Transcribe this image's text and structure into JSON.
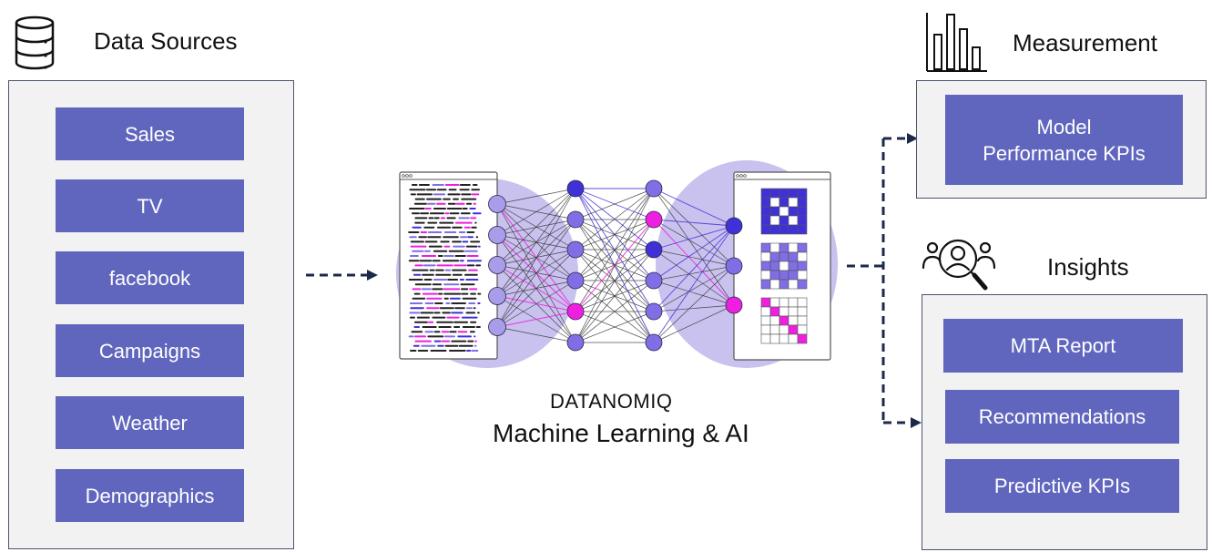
{
  "data_sources": {
    "title": "Data Sources",
    "icon": "database-icon",
    "items": [
      "Sales",
      "TV",
      "facebook",
      "Campaigns",
      "Weather",
      "Demographics"
    ]
  },
  "ml": {
    "brand": "DATANOMIQ",
    "subtitle": "Machine Learning & AI",
    "icon": "neural-network-icon"
  },
  "measurement": {
    "title": "Measurement",
    "icon": "bar-chart-icon",
    "items": [
      "Model\nPerformance KPIs"
    ]
  },
  "insights": {
    "title": "Insights",
    "icon": "people-search-icon",
    "items": [
      "MTA Report",
      "Recommendations",
      "Predictive KPIs"
    ]
  },
  "colors": {
    "box": "#6066bd",
    "panel_border": "#4b5470",
    "panel_bg": "#f2f2f2",
    "arrow": "#1c2a4a",
    "blob": "#c9c1ee",
    "node_dark": "#3f31d6",
    "node_mid": "#7f6ee6",
    "node_light": "#a99ceb",
    "node_pink": "#ee1fe0"
  }
}
